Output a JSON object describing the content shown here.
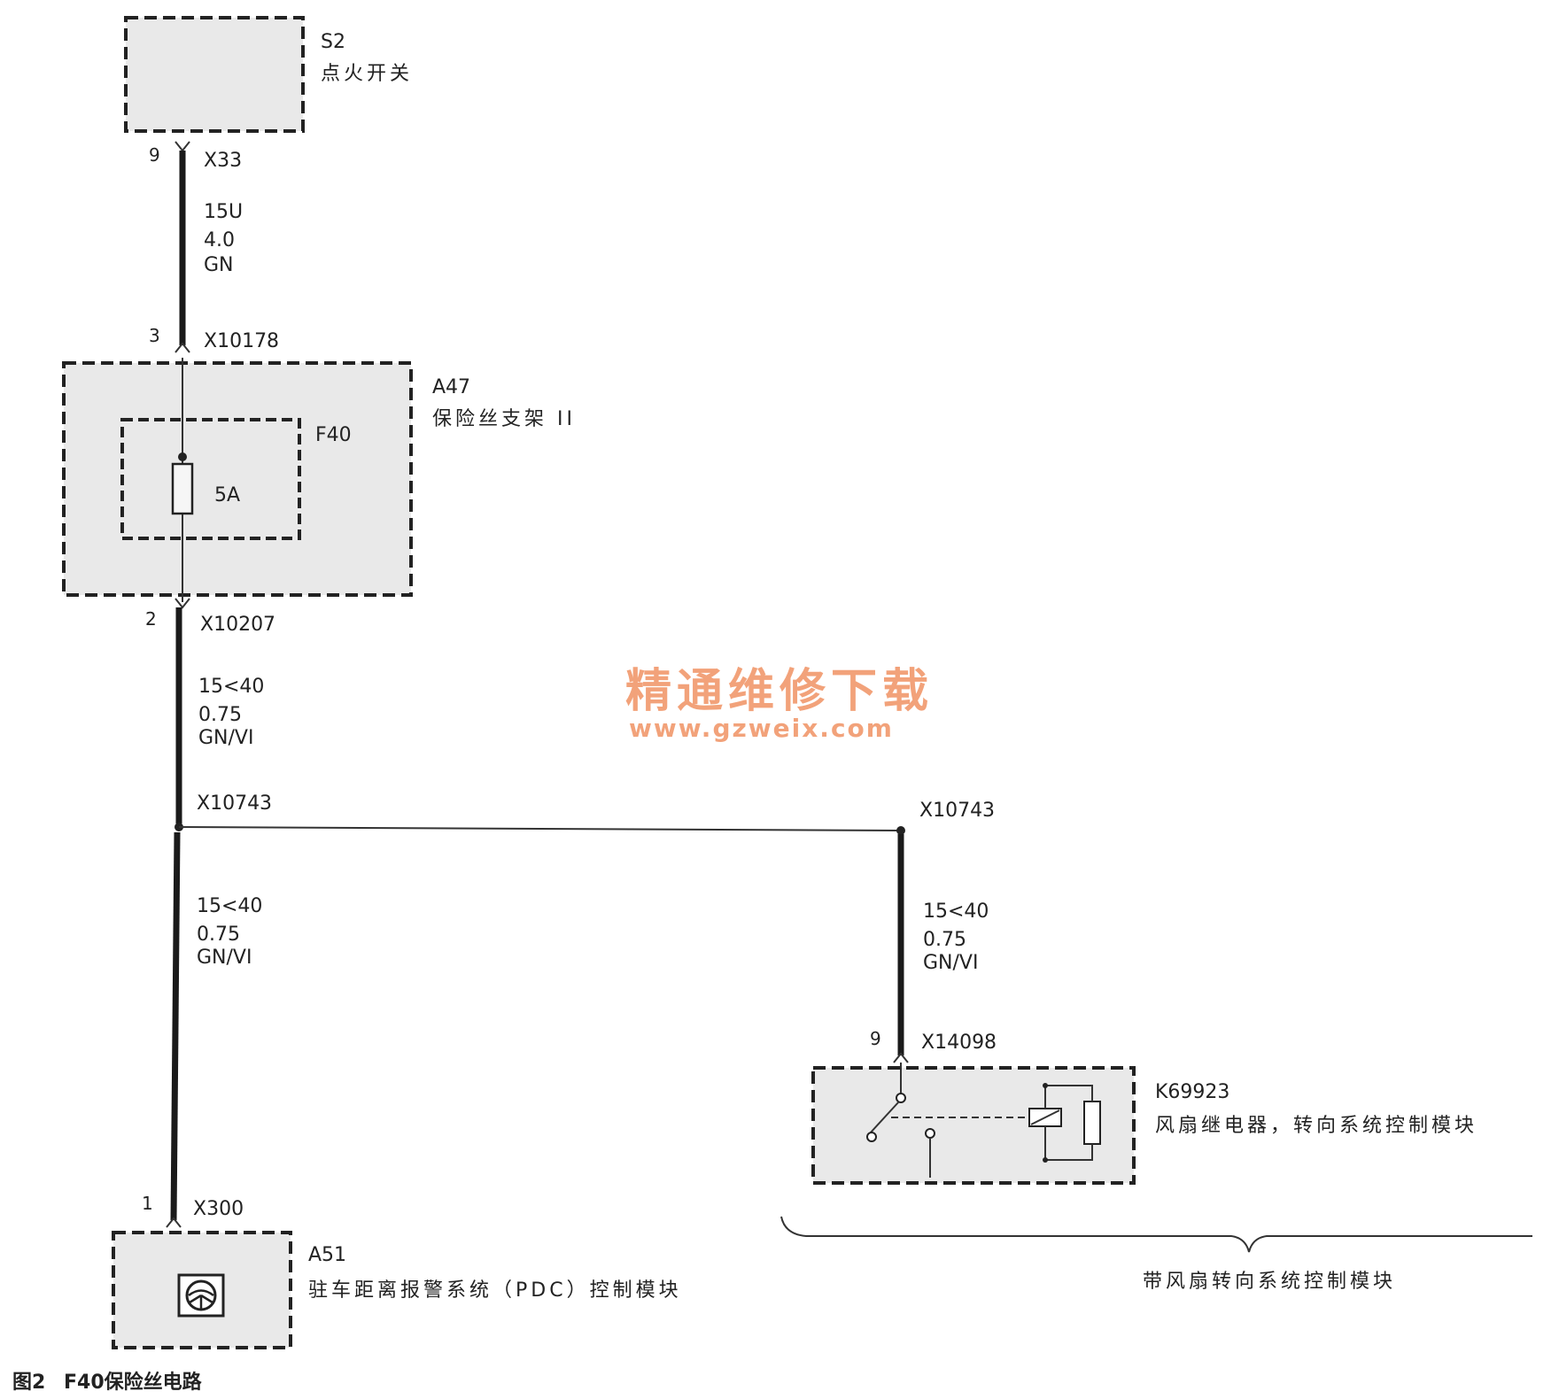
{
  "components": {
    "s2": {
      "id": "S2",
      "name": "点火开关"
    },
    "a47": {
      "id": "A47",
      "name": "保险丝支架 II"
    },
    "f40": {
      "id": "F40",
      "rating": "5A"
    },
    "a51": {
      "id": "A51",
      "name": "驻车距离报警系统（PDC）控制模块"
    },
    "k69923": {
      "id": "K69923",
      "name": "风扇继电器，转向系统控制模块"
    }
  },
  "connectors": {
    "x33": {
      "id": "X33",
      "pin": "9"
    },
    "x10178": {
      "id": "X10178",
      "pin": "3"
    },
    "x10207": {
      "id": "X10207",
      "pin": "2"
    },
    "x10743_left": {
      "id": "X10743"
    },
    "x10743_right": {
      "id": "X10743"
    },
    "x300": {
      "id": "X300",
      "pin": "1"
    },
    "x14098": {
      "id": "X14098",
      "pin": "9"
    }
  },
  "wires": {
    "w1": {
      "circuit": "15U",
      "size": "4.0",
      "color": "GN"
    },
    "w2": {
      "circuit": "15<40",
      "size": "0.75",
      "color": "GN/VI"
    },
    "w3": {
      "circuit": "15<40",
      "size": "0.75",
      "color": "GN/VI"
    },
    "w4": {
      "circuit": "15<40",
      "size": "0.75",
      "color": "GN/VI"
    }
  },
  "brace_label": "带风扇转向系统控制模块",
  "watermark": {
    "cn": "精通维修下载",
    "en": "www.gzweix.com"
  },
  "caption": {
    "fig": "图2",
    "title": "F40保险丝电路"
  }
}
